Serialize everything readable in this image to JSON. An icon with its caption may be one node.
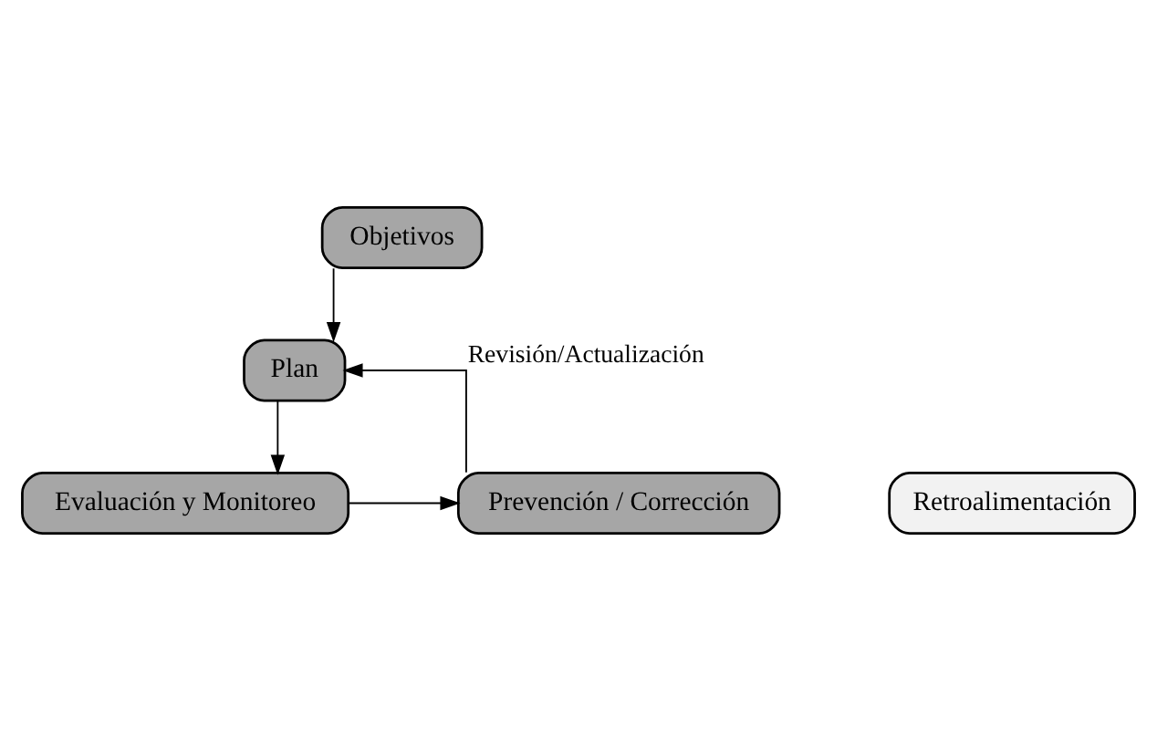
{
  "diagram": {
    "nodes": [
      {
        "text": [
          "Objetivos"
        ]
      },
      {
        "text": [
          "Plan"
        ]
      },
      {
        "text": [
          "Evaluación y Monitoreo"
        ]
      },
      {
        "text": [
          "Prevención / Corrección"
        ]
      },
      {
        "text": [
          "Retroalimentación"
        ]
      }
    ],
    "edges": [
      {
        "from": 0,
        "to": 1,
        "arrow": "to"
      },
      {
        "from": 1,
        "to": 2,
        "arrow": "to"
      },
      {
        "from": 2,
        "to": 3,
        "arrow": "to"
      },
      {
        "from": 3,
        "to": 1,
        "arrow": "to",
        "label": "Revisión/Actualización"
      }
    ]
  }
}
